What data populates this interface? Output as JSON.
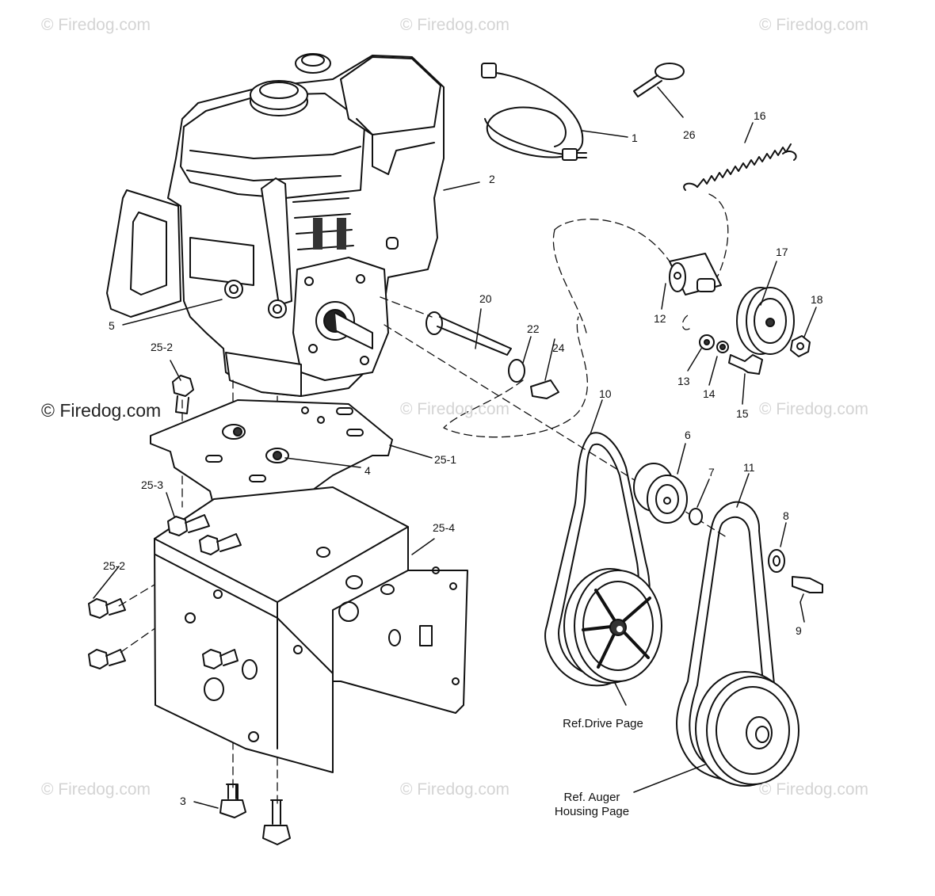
{
  "watermark": {
    "text": "© Firedog.com",
    "highlighted_text": "© Firedog.com"
  },
  "callouts": {
    "c1": "1",
    "c2": "2",
    "c3": "3",
    "c4": "4",
    "c5": "5",
    "c6": "6",
    "c7": "7",
    "c8": "8",
    "c9": "9",
    "c10": "10",
    "c11": "11",
    "c12": "12",
    "c13": "13",
    "c14": "14",
    "c15": "15",
    "c16": "16",
    "c17": "17",
    "c18": "18",
    "c20": "20",
    "c22": "22",
    "c24": "24",
    "c26": "26",
    "c25_1": "25-1",
    "c25_2a": "25-2",
    "c25_2b": "25-2",
    "c25_3": "25-3",
    "c25_4": "25-4"
  },
  "references": {
    "drive_line1": "Ref.Drive Page",
    "auger_line1": "Ref. Auger",
    "auger_line2": "Housing Page"
  },
  "colors": {
    "line": "#111111",
    "watermark": "#d4d4d4",
    "fill": "#ffffff",
    "shade": "#e6e6e6"
  }
}
